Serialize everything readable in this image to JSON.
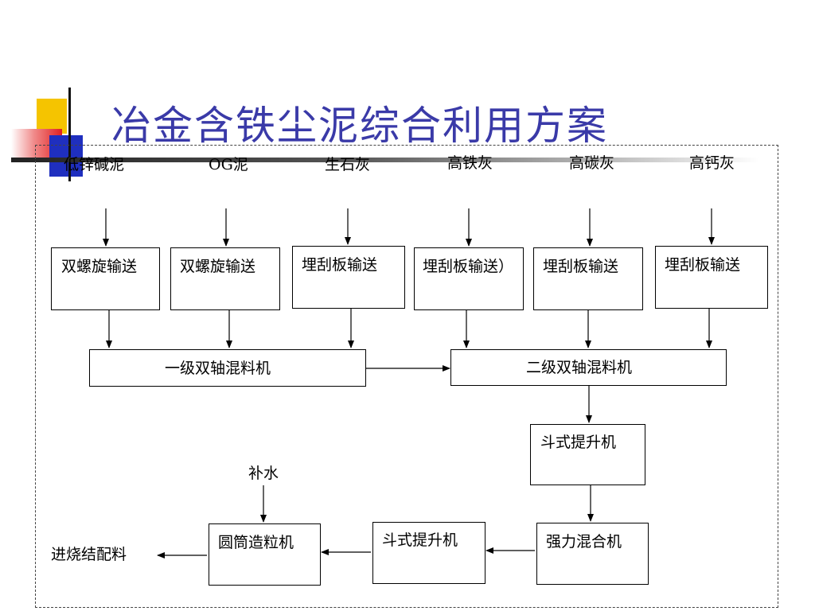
{
  "title": "冶金含铁尘泥综合利用方案",
  "sources": [
    "低锌碱泥",
    "OG泥",
    "生石灰",
    "高铁灰",
    "高碳灰",
    "高钙灰"
  ],
  "conveyors": [
    "双螺旋输送",
    "双螺旋输送",
    "埋刮板输送",
    "埋刮板输送）",
    "埋刮板输送",
    "埋刮板输送"
  ],
  "mixer1": "一级双轴混料机",
  "mixer2": "二级双轴混料机",
  "elevator1": "斗式提升机",
  "intensive_mixer": "强力混合机",
  "elevator2": "斗式提升机",
  "granulator": "圆筒造粒机",
  "water": "补水",
  "output": "进烧结配料"
}
